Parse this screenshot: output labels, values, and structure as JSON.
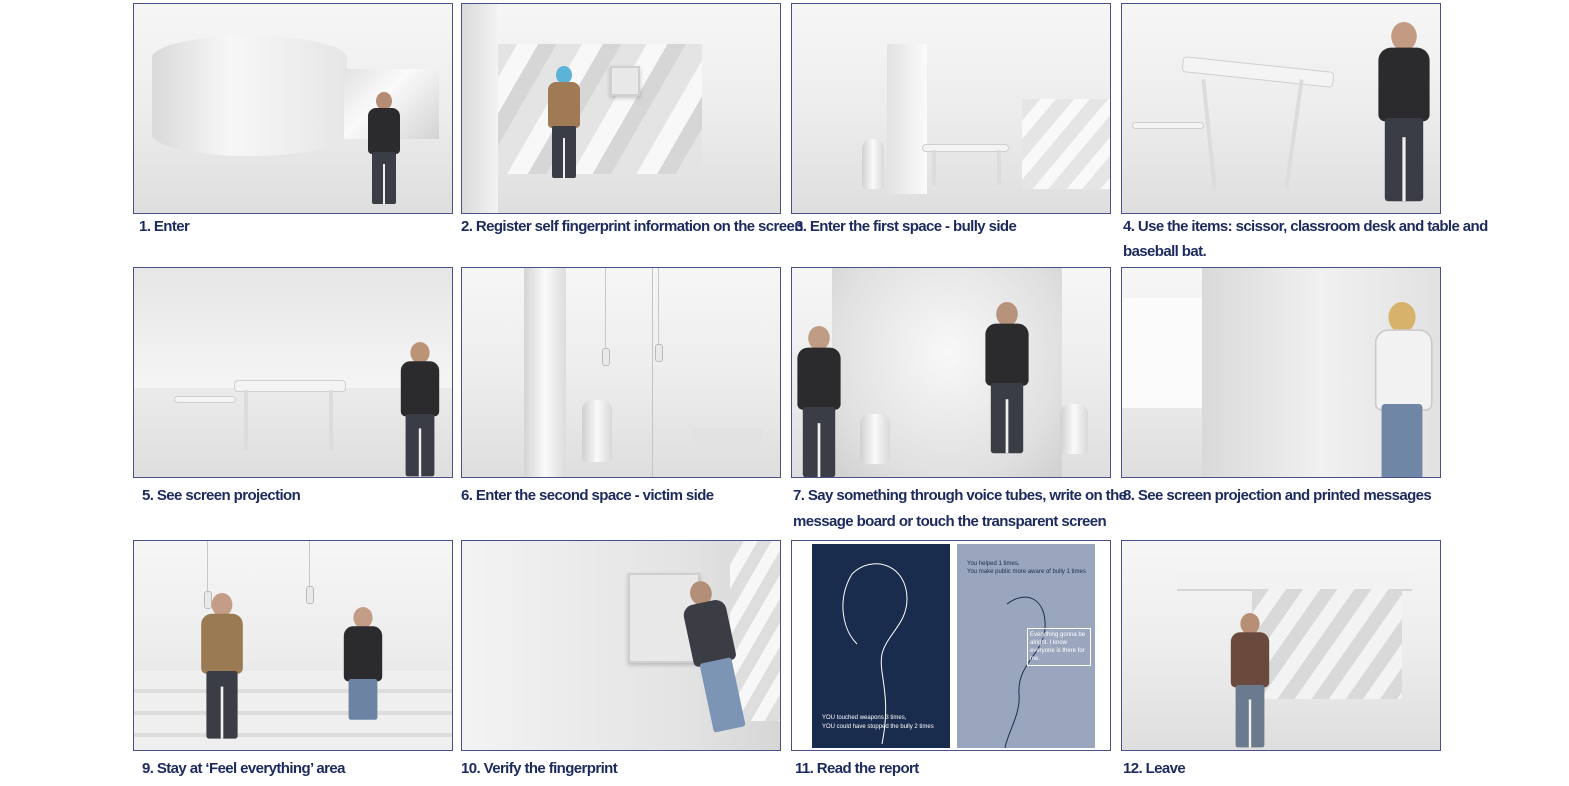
{
  "panels": [
    {
      "caption": "1. Enter"
    },
    {
      "caption": "2. Register self fingerprint information on the screen"
    },
    {
      "caption": "3. Enter the first space - bully side"
    },
    {
      "caption": "4. Use the items: scissor, classroom desk and table and",
      "caption_line2": "baseball bat."
    },
    {
      "caption": "5. See screen projection"
    },
    {
      "caption": "6. Enter the second space - victim side"
    },
    {
      "caption": "7. Say something through voice tubes, write on the",
      "caption_line2": "message board or touch the transparent screen"
    },
    {
      "caption": "8. See screen projection and printed messages"
    },
    {
      "caption": "9. Stay at ‘Feel everything’ area"
    },
    {
      "caption": "10. Verify the fingerprint"
    },
    {
      "caption": "11. Read the report"
    },
    {
      "caption": "12. Leave"
    }
  ],
  "report": {
    "left_line1": "YOU touched weapons 3 times,",
    "left_line2": "YOU could have stopped the bully 2 times",
    "right_line1": "You helped 1 times,",
    "right_line2": "You make public more aware of bully 1 times",
    "right_note": "Everything gonna be alright. I know everyone is there for me."
  },
  "colors": {
    "caption": "#1c2a5e",
    "border": "#4a4f88",
    "report_left_bg": "#1a2c4d",
    "report_right_bg": "#9aa6bd"
  }
}
